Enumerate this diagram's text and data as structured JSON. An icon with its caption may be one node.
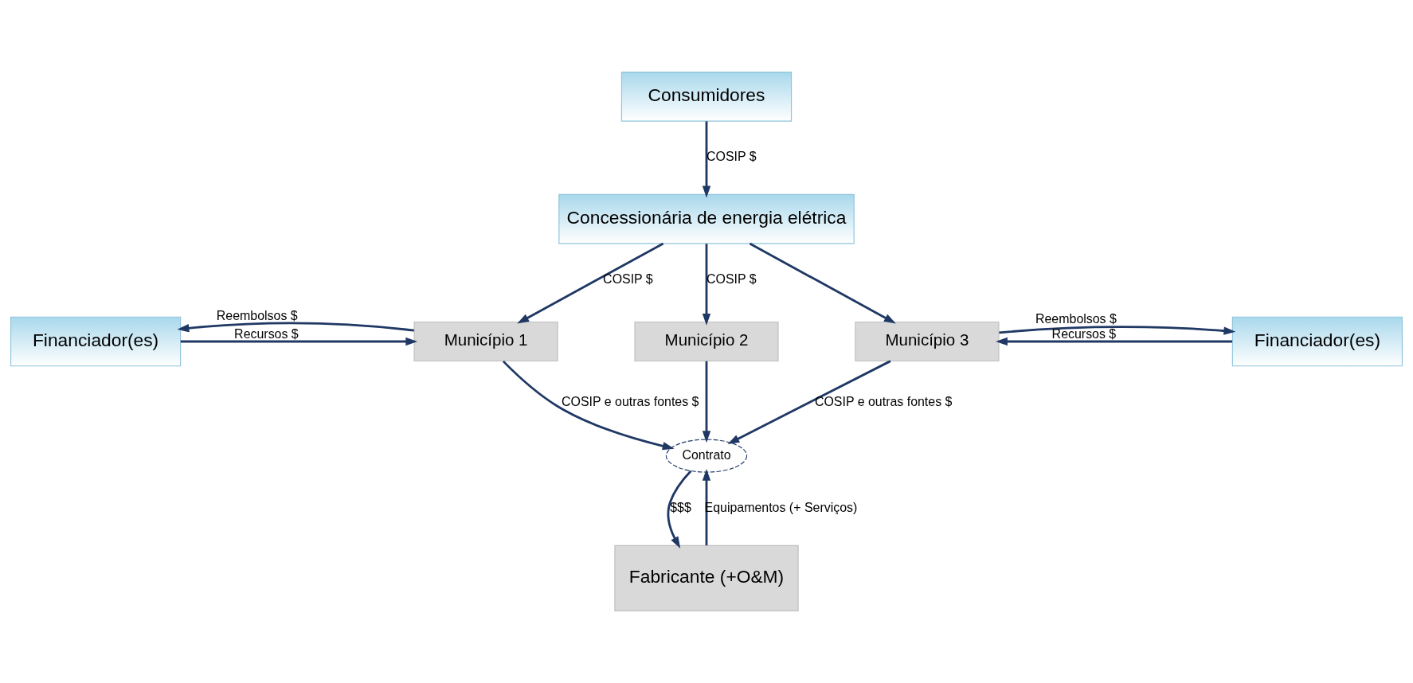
{
  "diagram": {
    "nodes": [
      {
        "text": [
          "Consumidores"
        ]
      },
      {
        "text": [
          "Concessionária de energia elétrica"
        ]
      },
      {
        "text": [
          "Financiador(es)"
        ]
      },
      {
        "text": [
          "Município 1"
        ]
      },
      {
        "text": [
          "Município 2"
        ]
      },
      {
        "text": [
          "Município 3"
        ]
      },
      {
        "text": [
          "Financiador(es)"
        ]
      },
      {
        "text": [
          "Contrato"
        ]
      },
      {
        "text": [
          "Fabricante (+O&M)"
        ]
      }
    ],
    "edges": [
      {
        "from": 0,
        "to": 1,
        "arrow": "to",
        "label": "COSIP $"
      },
      {
        "from": 1,
        "to": 3,
        "arrow": "to",
        "label": "COSIP $"
      },
      {
        "from": 1,
        "to": 4,
        "arrow": "to",
        "label": "COSIP $"
      },
      {
        "from": 1,
        "to": 5,
        "arrow": "to"
      },
      {
        "from": 2,
        "to": 3,
        "arrow": "to",
        "label": "Recursos $"
      },
      {
        "from": 3,
        "to": 2,
        "arrow": "to",
        "label": "Reembolsos $"
      },
      {
        "from": 6,
        "to": 5,
        "arrow": "to",
        "label": "Recursos $"
      },
      {
        "from": 5,
        "to": 6,
        "arrow": "to",
        "label": "Reembolsos $"
      },
      {
        "from": 3,
        "to": 7,
        "arrow": "to",
        "label": "COSIP e outras fontes $"
      },
      {
        "from": 4,
        "to": 7,
        "arrow": "to"
      },
      {
        "from": 5,
        "to": 7,
        "arrow": "to",
        "label": "COSIP e outras fontes $"
      },
      {
        "from": 7,
        "to": 8,
        "arrow": "to",
        "label": "$$$"
      },
      {
        "from": 8,
        "to": 7,
        "arrow": "to",
        "label": "Equipamentos (+ Serviços)"
      }
    ]
  }
}
